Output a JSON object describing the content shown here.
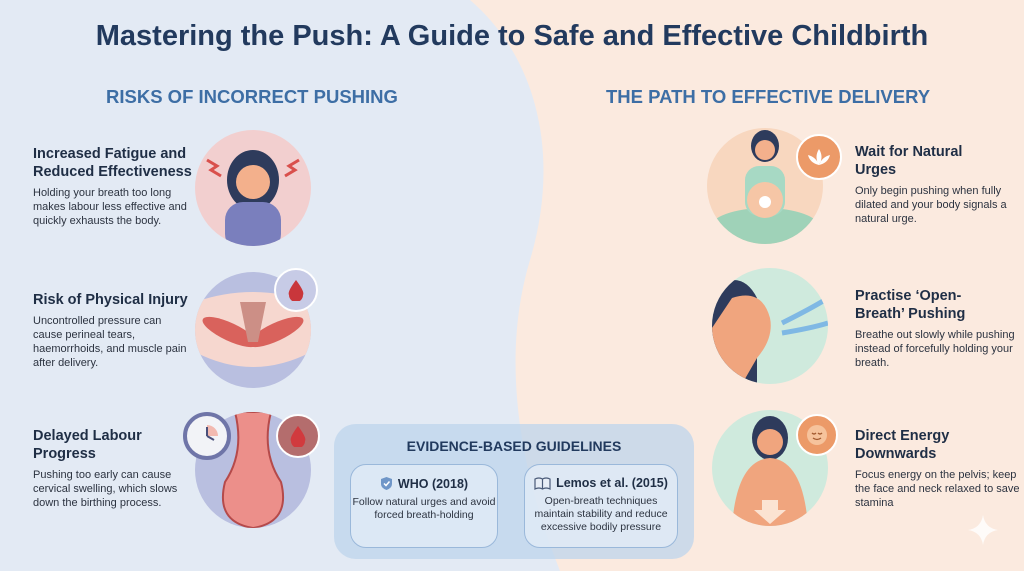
{
  "title": "Mastering the Push: A Guide to Safe and Effective Childbirth",
  "risks": {
    "heading": "RISKS OF INCORRECT PUSHING",
    "items": [
      {
        "title_l1": "Increased Fatigue and",
        "title_l2": "Reduced Effectiveness",
        "text": "Holding your breath too long makes labour less effective and quickly exhausts the body.",
        "icon": "stressed-woman-icon"
      },
      {
        "title_l1": "Risk of Physical Injury",
        "title_l2": "",
        "text": "Uncontrolled pressure can cause perineal tears, haemorrhoids, and muscle pain after delivery.",
        "icon": "pelvic-floor-icon"
      },
      {
        "title_l1": "Delayed Labour",
        "title_l2": "Progress",
        "text": "Pushing too early can cause cervical swelling, which slows down the birthing process.",
        "icon": "cervix-clock-icon"
      }
    ]
  },
  "path": {
    "heading": "THE PATH TO EFFECTIVE DELIVERY",
    "items": [
      {
        "title_l1": "Wait for Natural",
        "title_l2": "Urges",
        "text": "Only begin pushing when fully dilated and your body signals a natural urge.",
        "icon": "meditating-woman-icon"
      },
      {
        "title_l1": "Practise ‘Open-",
        "title_l2": "Breath’ Pushing",
        "text": "Breathe out slowly while pushing instead of forcefully holding your breath.",
        "icon": "breathing-woman-icon"
      },
      {
        "title_l1": "Direct Energy",
        "title_l2": "Downwards",
        "text": "Focus energy on the pelvis; keep the face and neck relaxed to save stamina",
        "icon": "relaxed-woman-icon"
      }
    ]
  },
  "evidence": {
    "heading": "EVIDENCE-BASED GUIDELINES",
    "cards": [
      {
        "source": "WHO (2018)",
        "text": "Follow natural urges and avoid forced breath-holding",
        "icon": "shield-check-icon"
      },
      {
        "source": "Lemos et al. (2015)",
        "text": "Open-breath techniques maintain stability and reduce excessive bodily pressure",
        "icon": "book-icon"
      }
    ]
  },
  "colors": {
    "left_bg": "#e3eaf4",
    "right_bg": "#fbeadf",
    "title": "#223a5e",
    "heading": "#3d6ea5",
    "accent_orange": "#ec9a68",
    "accent_red": "#c9363b"
  }
}
